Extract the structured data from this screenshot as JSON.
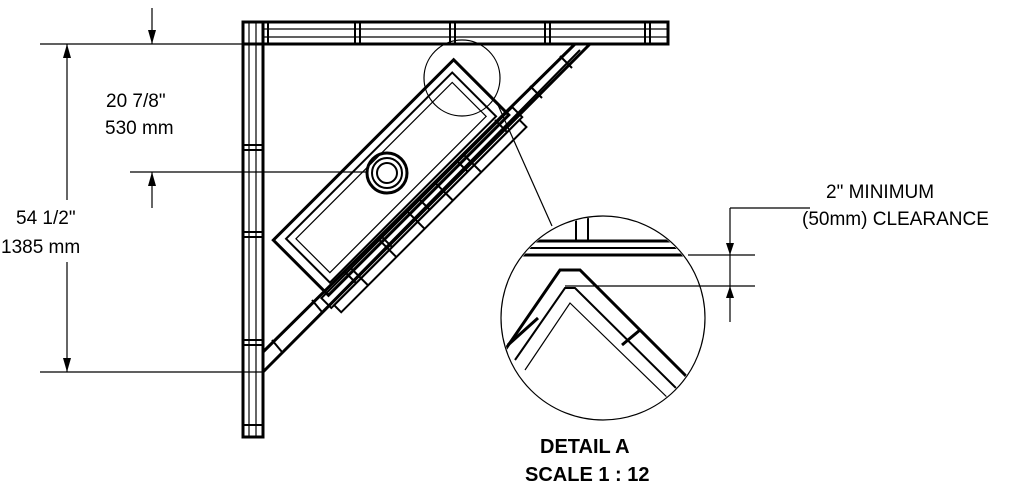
{
  "dimensions": {
    "overall_inches": "54 1/2\"",
    "overall_mm": "1385 mm",
    "partial_inches": "20 7/8\"",
    "partial_mm": "530 mm"
  },
  "clearance": {
    "line1": "2\" MINIMUM",
    "line2": "(50mm) CLEARANCE"
  },
  "detail": {
    "title": "DETAIL A",
    "scale": "SCALE 1 : 12"
  }
}
